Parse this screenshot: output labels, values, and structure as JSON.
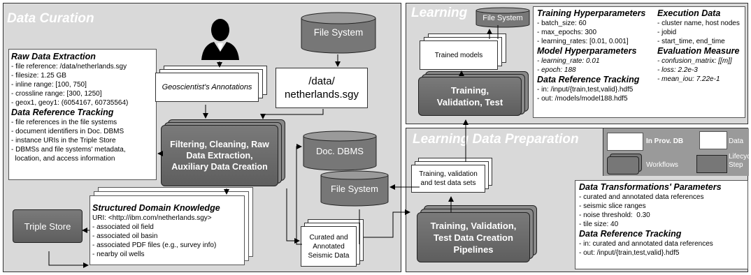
{
  "curation": {
    "title": "Data Curation",
    "raw": {
      "title": "Raw Data Extraction",
      "lines": [
        "- file reference: /data/netherlands.sgy",
        "- filesize: 1.25 GB",
        "- inline range: [100, 750]",
        "- crossline range: [300, 1250]",
        "- geox1, geoy1: (6054167, 60735564)"
      ]
    },
    "tracking": {
      "title": "Data Reference Tracking",
      "lines": [
        "- file references in the file systems",
        "- document identifiers in Doc. DBMS",
        "- instance URIs in the Triple Store",
        "- DBMSs and file systems' metadata,",
        "  location, and access information"
      ]
    },
    "annotations": "Geoscientist's Annotations",
    "file_system": "File System",
    "sgy_line1": "/data/",
    "sgy_line2": "netherlands.sgy",
    "step": [
      "Filtering, Cleaning, Raw",
      "Data Extraction,",
      "Auxiliary Data Creation"
    ],
    "doc_dbms": "Doc. DBMS",
    "file_system2": "File System",
    "triple_store": "Triple Store",
    "knowledge": {
      "title": "Structured Domain Knowledge",
      "lines": [
        "URI: <http://ibm.com/netherlands.sgy>",
        "- associated oil field",
        "- associated oil basin",
        "- associated PDF files (e.g., survey info)",
        "- nearby oil wells"
      ]
    },
    "curated": [
      "Curated and",
      "Annotated",
      "Seismic Data"
    ]
  },
  "learning": {
    "title": "Learning",
    "file_system": "File System",
    "trained": "Trained models",
    "step": [
      "Training,",
      "Validation, Test"
    ],
    "hyper": {
      "title": "Training Hyperparameters",
      "lines": [
        "- batch_size: 60",
        "- max_epochs: 300",
        "- learning_rates: [0.01, 0.001]"
      ]
    },
    "model": {
      "title": "Model Hyperparameters",
      "lines": [
        "- learning_rate: 0.01",
        "- epoch: 188"
      ]
    },
    "tracking": {
      "title": "Data Reference Tracking",
      "lines": [
        "- in: /input/{train,test,valid}.hdf5",
        "- out: /models/model188.hdf5"
      ]
    },
    "exec": {
      "title": "Execution Data",
      "lines": [
        "- cluster name, host nodes",
        "- jobid",
        "- start_time, end_time"
      ]
    },
    "eval": {
      "title": "Evaluation Measure",
      "lines": [
        "- confusion_matrix: [[m]]",
        "- loss: 2.2e-3",
        "- mean_iou: 7.22e-1"
      ]
    }
  },
  "prep": {
    "title": "Learning Data Preparation",
    "datasets": [
      "Training, validation",
      "and test data sets"
    ],
    "step": [
      "Training, Validation,",
      "Test Data Creation",
      "Pipelines"
    ],
    "transform": {
      "title": "Data Transformations' Parameters",
      "lines": [
        "- curated and annotated data references",
        "- seismic slice ranges",
        "- noise threshold:  0.30",
        "- tile size: 40"
      ]
    },
    "tracking": {
      "title": "Data Reference Tracking",
      "lines": [
        "- in: curated and annotated data references",
        "- out: /input/{train,test,valid}.hdf5"
      ]
    }
  },
  "legend": {
    "prov": "In Prov. DB",
    "data": "Data",
    "workflows": "Workflows",
    "lifecycle1": "Lifecycle",
    "lifecycle2": "Step"
  }
}
